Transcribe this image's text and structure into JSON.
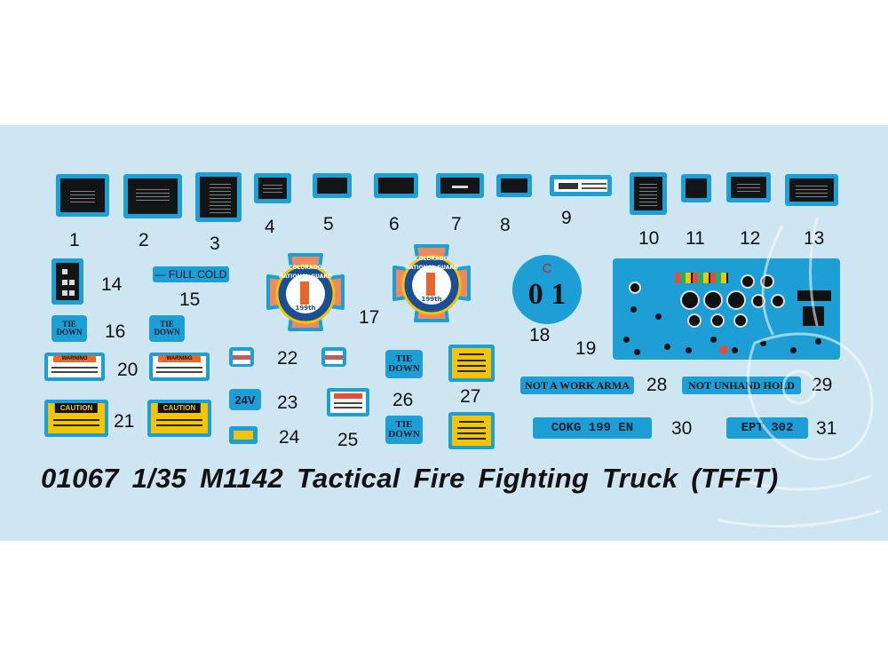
{
  "sheet": {
    "title": "01067  1/35  M1142 Tactical Fire Fighting Truck (TFFT)",
    "background_color": "#cde6f1",
    "decal_color": "#1d9fd6"
  },
  "numbers": [
    "1",
    "2",
    "3",
    "4",
    "5",
    "6",
    "7",
    "8",
    "9",
    "10",
    "11",
    "12",
    "13",
    "14",
    "15",
    "16",
    "17",
    "18",
    "19",
    "20",
    "21",
    "22",
    "23",
    "24",
    "25",
    "26",
    "27",
    "28",
    "29",
    "30",
    "31"
  ],
  "labels": {
    "full_cold": "— FULL COLD",
    "tie_down_1": "TIE",
    "tie_down_2": "DOWN",
    "voltage": "24V",
    "circle_top": "C",
    "circle_main": "0 1",
    "not_a_work_arma": "NOT A WORK ARMA",
    "not_unhand_hold": "NOT UNHAND HOLD",
    "cokg": "COKG   199   EN",
    "ept": "EPT   302",
    "caution": "CAUTION",
    "warning": "WARNING",
    "emblem_top": "COLORADO",
    "emblem_ring": "NATIONAL GUARD",
    "emblem_unit": "199th"
  },
  "icons": {
    "emblem": "fire-department-maltese-cross-icon",
    "gauge": "instrument-gauge-icon",
    "watermark": "rabbit-watermark-icon"
  }
}
